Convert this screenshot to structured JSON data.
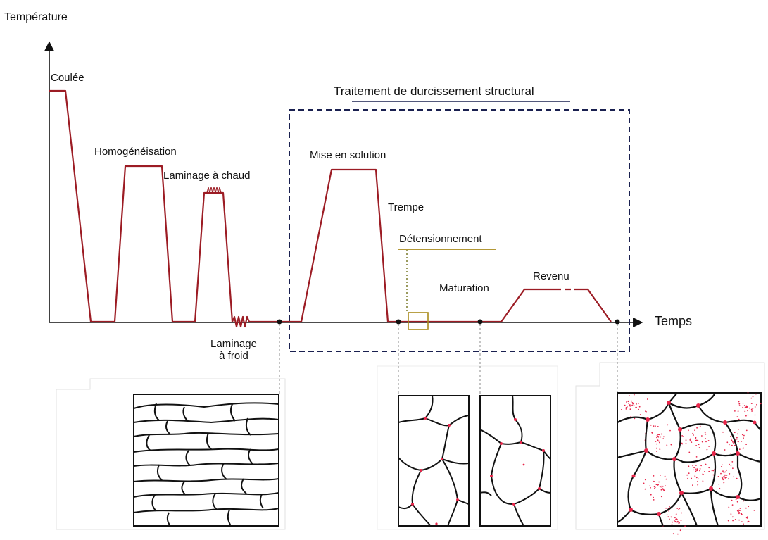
{
  "axes": {
    "y_label": "Température",
    "x_label": "Temps"
  },
  "section_title": "Traitement de durcissement structural",
  "steps": {
    "coulee": "Coulée",
    "homogeneisation": "Homogénéisation",
    "laminage_chaud": "Laminage à chaud",
    "laminage_froid_line1": "Laminage",
    "laminage_froid_line2": "à froid",
    "mise_en_solution": "Mise en solution",
    "trempe": "Trempe",
    "detensionnement": "Détensionnement",
    "maturation": "Maturation",
    "revenu": "Revenu"
  },
  "colors": {
    "curve": "#9c1c24",
    "axis": "#111111",
    "frame": "#1a2050",
    "title_underline": "#1a2050",
    "detension": "#a88a1a",
    "precipitate": "#e8264a"
  }
}
